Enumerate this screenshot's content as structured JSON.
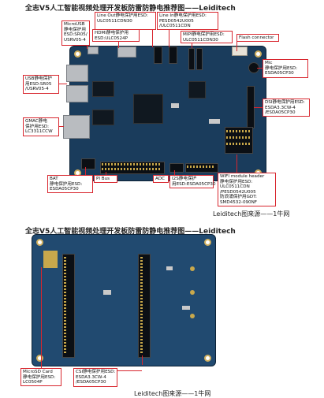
{
  "top_title": "全志V5人工智能视频处理开发板防雷防静电推荐图——Leiditech",
  "bottom_title": "全志V5人工智能视频处理开发板防雷防静电推荐图——Leiditech",
  "top_source": "Leiditech图来源——1牛网",
  "bottom_source": "Leiditech图来源——1牛网",
  "top_labels": {
    "line_out": "Line Out静电保护用ESD:\nULC0511CDN30",
    "line_in": "Line In静电保护用ESD:\nPESD0542U005\n/ULC0511CDN",
    "microusb": "MicroUSB\n静电保护用\nESD:SR05/\nUSRV05-4",
    "hdmi": "HDMI静电保护用\nESD:ULC0524P",
    "mipi": "MIPI静电保护用ESD:\nULC0511CDN30",
    "flash": "Flash connector",
    "usb": "USB静电保护\n用ESD:SR05\n/USRV05-4",
    "mic": "Mic\n静电保护用ESD:\nESDA05CP30",
    "gmac": "GMAC静电\n保护用ESD:\nLC3311CCW",
    "dsi": "DSI静电保护用ESD:\nESDA3.3CW-4\n/ESDA05CP30",
    "bat": "BAT\n静电保护用ESD:\nESDA05CP30",
    "pi_bus": "PI Bus",
    "adc": "ADC",
    "i2s": "I2S静电保护\n用ESD:ESDA05CP30",
    "wifi": "WIFI module header\n静电保护用ESD:\nULC0511CDN\n/PESD0542U005\n防浪涌保护用GDT:\nSMD4532-090NF"
  },
  "bottom_labels": {
    "microsd": "MicroSD Card\n静电保护用ESD:\nLC0504P",
    "csi": "CSI静电保护用ESD:\nESDA3.3CW-4\n/ESDA05CP30"
  }
}
